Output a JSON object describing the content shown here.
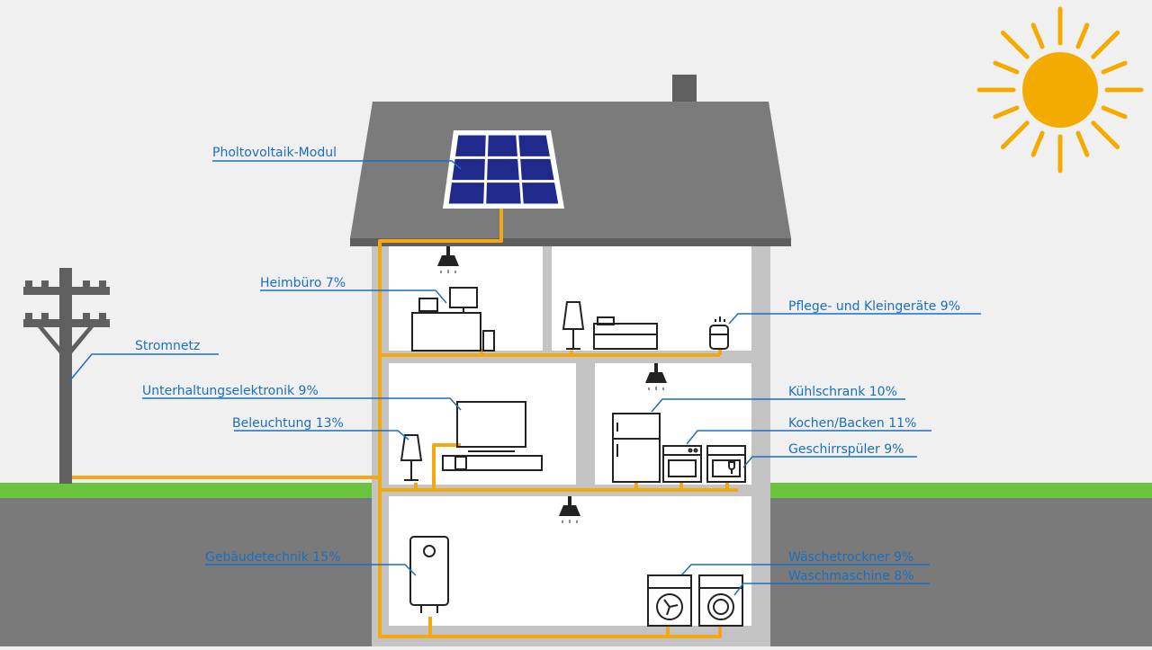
{
  "labels": {
    "pv": "Pholtovoltaik-Modul",
    "office": "Heimbüro 7%",
    "grid": "Stromnetz",
    "entertainment": "Unterhaltungselektronik 9%",
    "lighting": "Beleuchtung 13%",
    "building": "Gebäudetechnik 15%",
    "care": "Pflege- und Kleingeräte 9%",
    "fridge": "Kühlschrank 10%",
    "cooking": "Kochen/Backen 11%",
    "dishwasher": "Geschirrspüler 9%",
    "dryer": "Wäschetrockner 9%",
    "washer": "Waschmaschine 8%"
  },
  "colors": {
    "sky": "#f0f0f0",
    "ground": "#7a7a7a",
    "grass": "#6ac43d",
    "wall": "#c4c4c4",
    "roof": "#7b7b7b",
    "panel": "#1f2a8c",
    "wire": "#f3a712",
    "label": "#1a6fc0",
    "sun": "#f3ab00",
    "pole": "#5f5f5f",
    "icon": "#222222"
  }
}
